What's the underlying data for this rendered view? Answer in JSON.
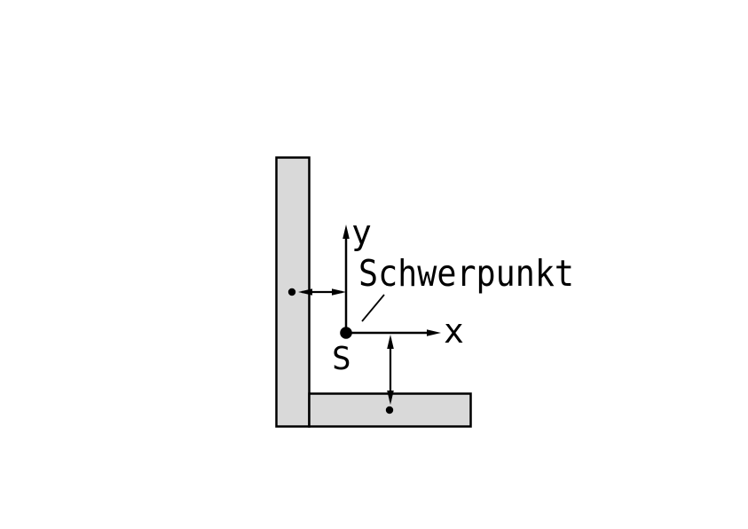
{
  "diagram": {
    "description": "Centroid (Schwerpunkt) of an L-shaped angle profile cross-section with coordinate system",
    "labels": {
      "y_axis": "y",
      "x_axis": "x",
      "centroid_point": "S",
      "centroid_name": "Schwerpunkt"
    },
    "colors": {
      "shape_fill": "#d9d9d9",
      "line": "#000000",
      "background": "#ffffff"
    }
  }
}
